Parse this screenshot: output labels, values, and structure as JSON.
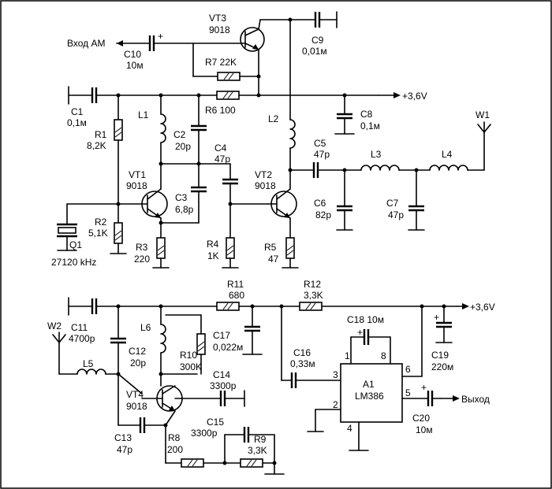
{
  "labels": {
    "vt3": "VT3",
    "vt3_type": "9018",
    "input_am": "Вход АМ",
    "c10": "C10",
    "c10_val": "10м",
    "r7": "R7 22K",
    "c9": "C9",
    "c9_val": "0,01м",
    "r6": "R6 100",
    "supply1": "+3,6V",
    "c1": "C1",
    "c1_val": "0,1м",
    "c8": "C8",
    "c8_val": "0,1м",
    "r1": "R1",
    "r1_val": "8,2K",
    "l1": "L1",
    "l2": "L2",
    "c2": "C2",
    "c2_val": "20р",
    "c4": "C4",
    "c4_val": "47р",
    "c5": "C5",
    "c5_val": "47р",
    "w1": "W1",
    "vt1": "VT1",
    "vt1_type": "9018",
    "vt2": "VT2",
    "vt2_type": "9018",
    "c3": "C3",
    "c3_val": "6,8р",
    "l3": "L3",
    "l4": "L4",
    "c6": "C6",
    "c6_val": "82р",
    "c7": "C7",
    "c7_val": "47р",
    "r2": "R2",
    "r2_val": "5,1K",
    "q1": "Q1",
    "q1_val": "27120 kHz",
    "r3": "R3",
    "r3_val": "220",
    "r4": "R4",
    "r4_val": "1K",
    "r5": "R5",
    "r5_val": "47",
    "r11": "R11",
    "r11_val": "680",
    "r12": "R12",
    "r12_val": "3,3K",
    "supply2": "+3,6V",
    "w2": "W2",
    "c11": "C11",
    "c11_val": "4700р",
    "c12": "C12",
    "c12_val": "20р",
    "l6": "L6",
    "r10": "R10",
    "r10_val": "300K",
    "c17": "C17",
    "c17_val": "0,022м",
    "c16": "C16",
    "c16_val": "0,33м",
    "c18": "C18 10м",
    "c19": "C19",
    "c19_val": "220м",
    "l5": "L5",
    "c14": "C14",
    "c14_val": "3300р",
    "vt4": "VT4",
    "vt4_type": "9018",
    "a1": "A1",
    "a1_type": "LM386",
    "pin1": "1",
    "pin2": "2",
    "pin3": "3",
    "pin4": "4",
    "pin5": "5",
    "pin6": "6",
    "pin8": "8",
    "output": "Выход",
    "c20": "C20",
    "c20_val": "10м",
    "c13": "C13",
    "c13_val": "47р",
    "c15": "C15",
    "c15_val": "3300р",
    "r8": "R8",
    "r8_val": "200",
    "r9": "R9",
    "r9_val": "3,3K",
    "plus": "+"
  }
}
